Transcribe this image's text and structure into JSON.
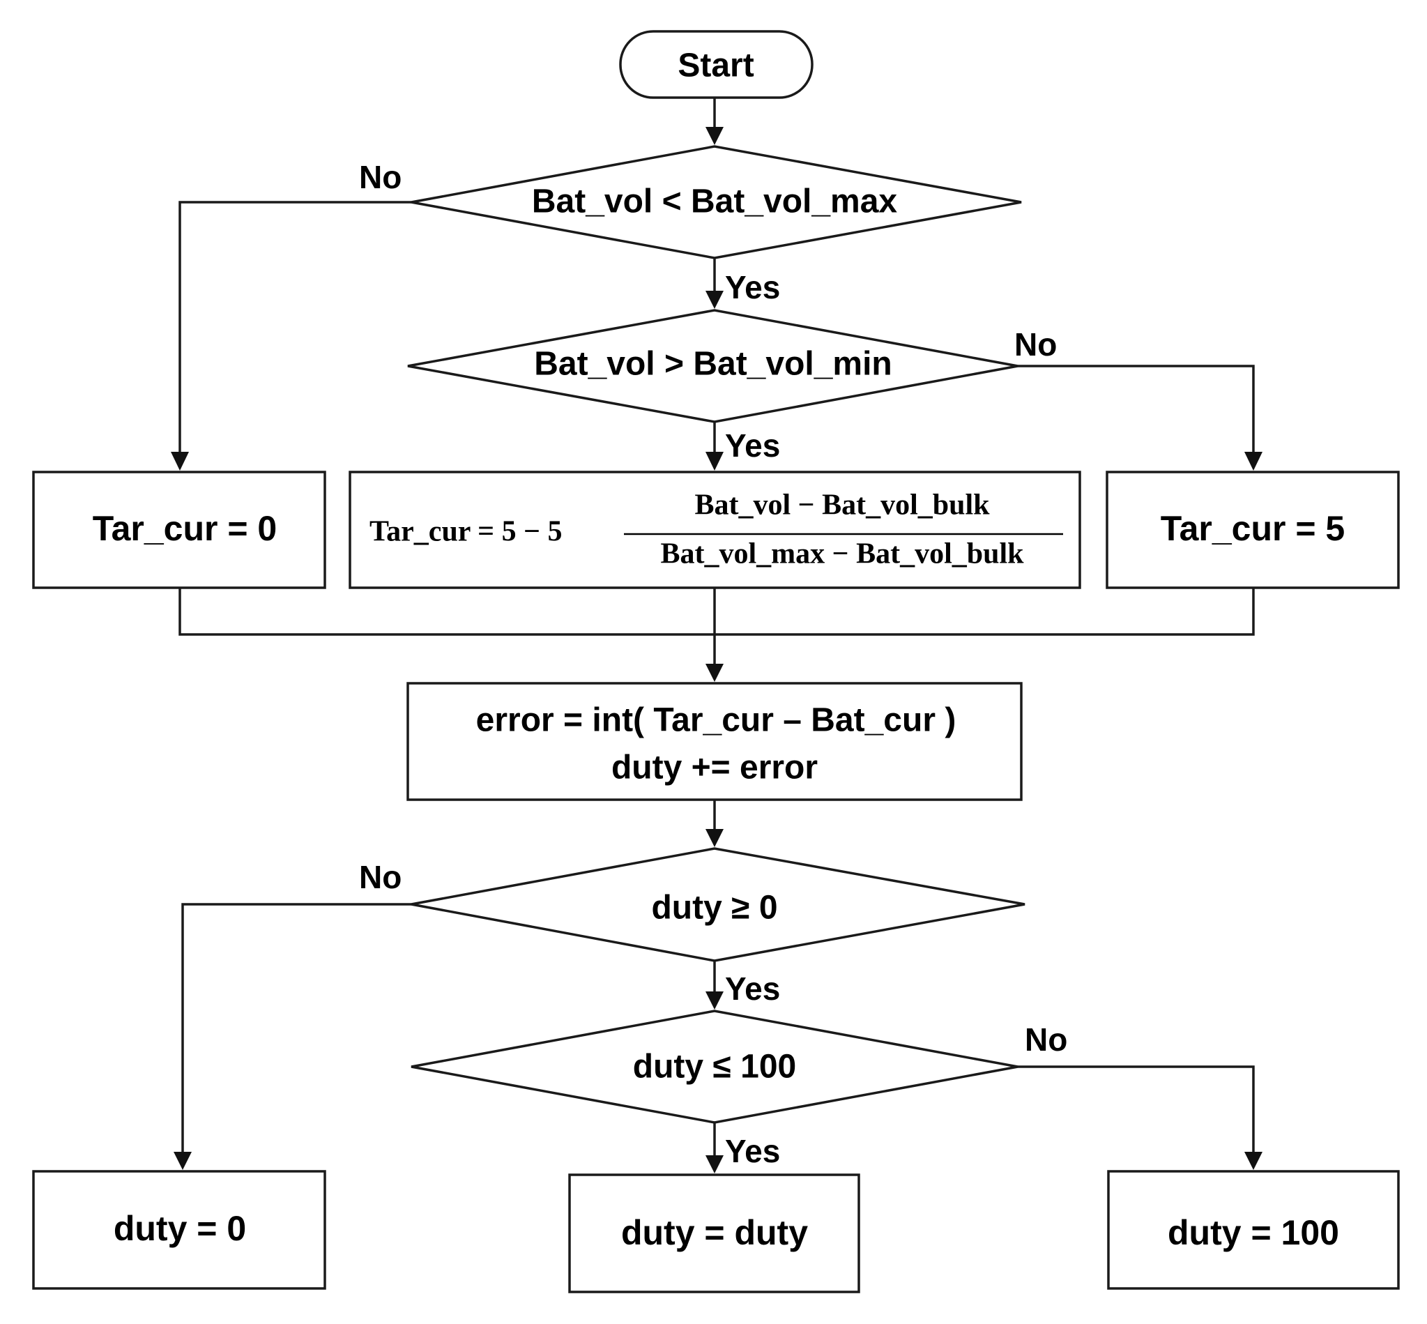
{
  "flowchart": {
    "start": "Start",
    "cond_max": "Bat_vol < Bat_vol_max",
    "cond_min": "Bat_vol > Bat_vol_min",
    "box_zero": "Tar_cur = 0",
    "box_five": "Tar_cur = 5",
    "formula": {
      "lhs": "Tar_cur = 5 − 5",
      "numerator": "Bat_vol − Bat_vol_bulk",
      "denominator": "Bat_vol_max − Bat_vol_bulk"
    },
    "error_line1": "error = int( Tar_cur – Bat_cur )",
    "error_line2": "duty += error",
    "cond_ge": "duty ≥ 0",
    "cond_le": "duty ≤ 100",
    "duty_zero": "duty = 0",
    "duty_same": "duty = duty",
    "duty_hundred": "duty = 100",
    "labels": {
      "no": "No",
      "yes": "Yes"
    }
  }
}
